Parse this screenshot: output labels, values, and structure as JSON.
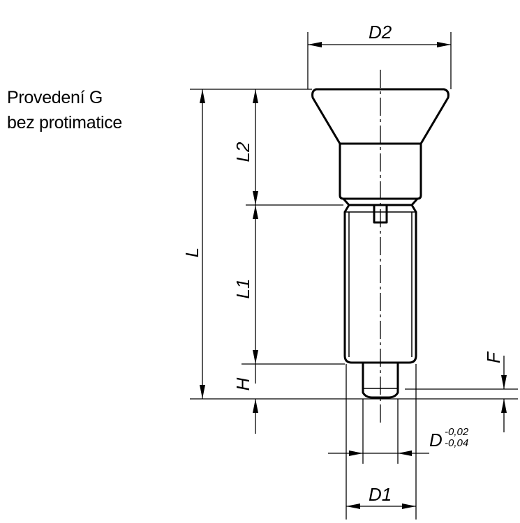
{
  "caption": {
    "line1": "Provedení G",
    "line2": "bez protimatice"
  },
  "dimensions": {
    "d2": "D2",
    "l": "L",
    "l2": "L2",
    "l1": "L1",
    "h": "H",
    "f": "F",
    "d": "D",
    "d_tol_upper": "-0,02",
    "d_tol_lower": "-0,04",
    "d1": "D1"
  }
}
